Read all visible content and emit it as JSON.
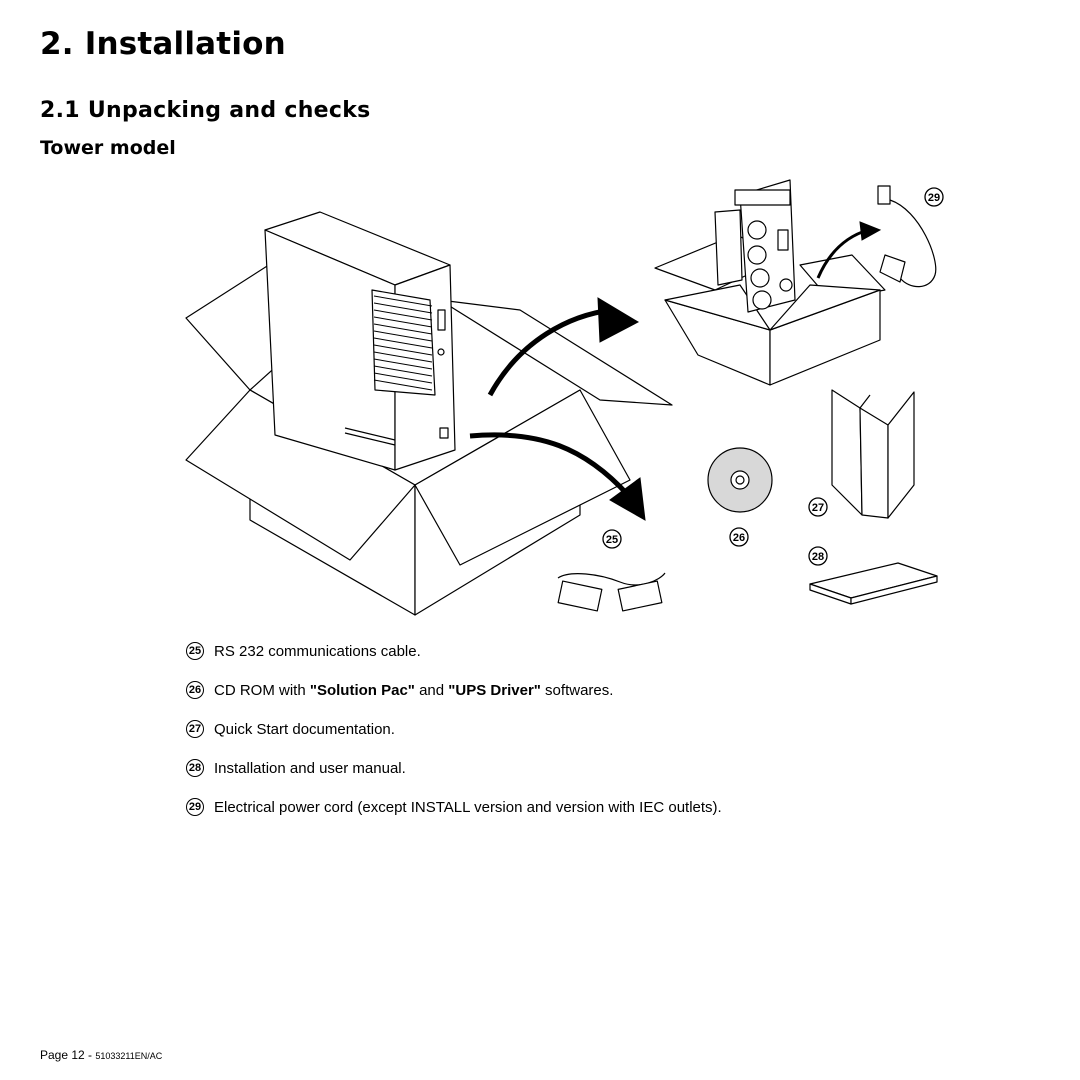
{
  "page": {
    "title": "2. Installation",
    "section": "2.1 Unpacking and checks",
    "subsection": "Tower model"
  },
  "callouts": [
    "25",
    "26",
    "27",
    "28",
    "29"
  ],
  "items": [
    {
      "num": "25",
      "pre": "RS 232 communications cable.",
      "b1": "",
      "mid": "",
      "b2": "",
      "post": ""
    },
    {
      "num": "26",
      "pre": "CD ROM with ",
      "b1": "\"Solution Pac\"",
      "mid": " and ",
      "b2": "\"UPS Driver\"",
      "post": " softwares."
    },
    {
      "num": "27",
      "pre": "Quick Start documentation.",
      "b1": "",
      "mid": "",
      "b2": "",
      "post": ""
    },
    {
      "num": "28",
      "pre": "Installation and user manual.",
      "b1": "",
      "mid": "",
      "b2": "",
      "post": ""
    },
    {
      "num": "29",
      "pre": "Electrical power cord (except INSTALL version and version with IEC outlets).",
      "b1": "",
      "mid": "",
      "b2": "",
      "post": ""
    }
  ],
  "footer": {
    "page": "Page 12 - ",
    "doc": "51033211EN/AC"
  }
}
